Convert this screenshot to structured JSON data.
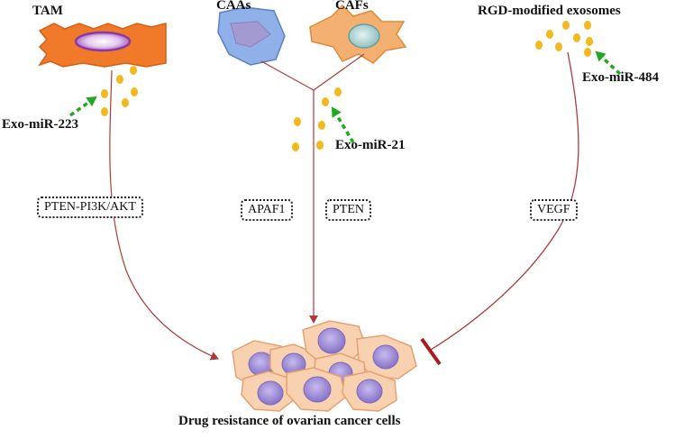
{
  "sources": {
    "tam": "TAM",
    "caas": "CAAs",
    "cafs": "CAFs",
    "exosomes": "RGD-modified exosomes"
  },
  "mirnas": {
    "mir223": "Exo-miR-223",
    "mir21": "Exo-miR-21",
    "mir484": "Exo-miR-484"
  },
  "targets": {
    "pten_pi3k_akt": "PTEN-PI3K/AKT",
    "apaf1": "APAF1",
    "pten": "PTEN",
    "vegf": "VEGF"
  },
  "outcome": "Drug resistance of  ovarian cancer cells",
  "colors": {
    "tam_cell": "#f07a2a",
    "tam_nucleus": "#a050b8",
    "caa_cell": "#8fb0e8",
    "caf_cell": "#f4b070",
    "caf_nucleus": "#9ec9c9",
    "exosome": "#f2b81c",
    "arrow_line": "#b03a3a",
    "inhibit_bar": "#a81c1c",
    "green_arrow": "#22a822",
    "cancer_cell": "#f8d2b0",
    "cancer_nucleus": "#9b88cc"
  }
}
